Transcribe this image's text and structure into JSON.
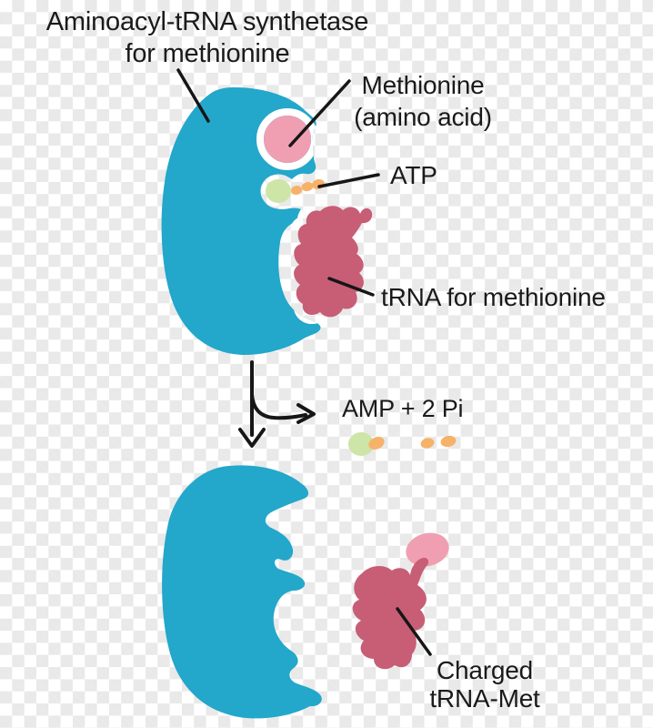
{
  "labels": {
    "synthetase": {
      "line1": "Aminoacyl-tRNA synthetase",
      "line2": "for methionine"
    },
    "methionine": {
      "line1": "Methionine",
      "line2": "(amino acid)"
    },
    "atp": "ATP",
    "trna": "tRNA for methionine",
    "products": "AMP + 2 Pi",
    "charged_trna": {
      "line1": "Charged",
      "line2": "tRNA-Met"
    }
  },
  "colors": {
    "enzyme_teal": "#23a7cb",
    "trna_rose": "#c75e75",
    "methionine_pink": "#f09fb3",
    "amp_green": "#cde5a6",
    "phosphate_orange": "#f6b269",
    "outline_white": "#ffffff",
    "line_black": "#161616",
    "text_black": "#1a1a1a",
    "checker_gray": "#e9e9e9",
    "checker_white": "#ffffff"
  }
}
